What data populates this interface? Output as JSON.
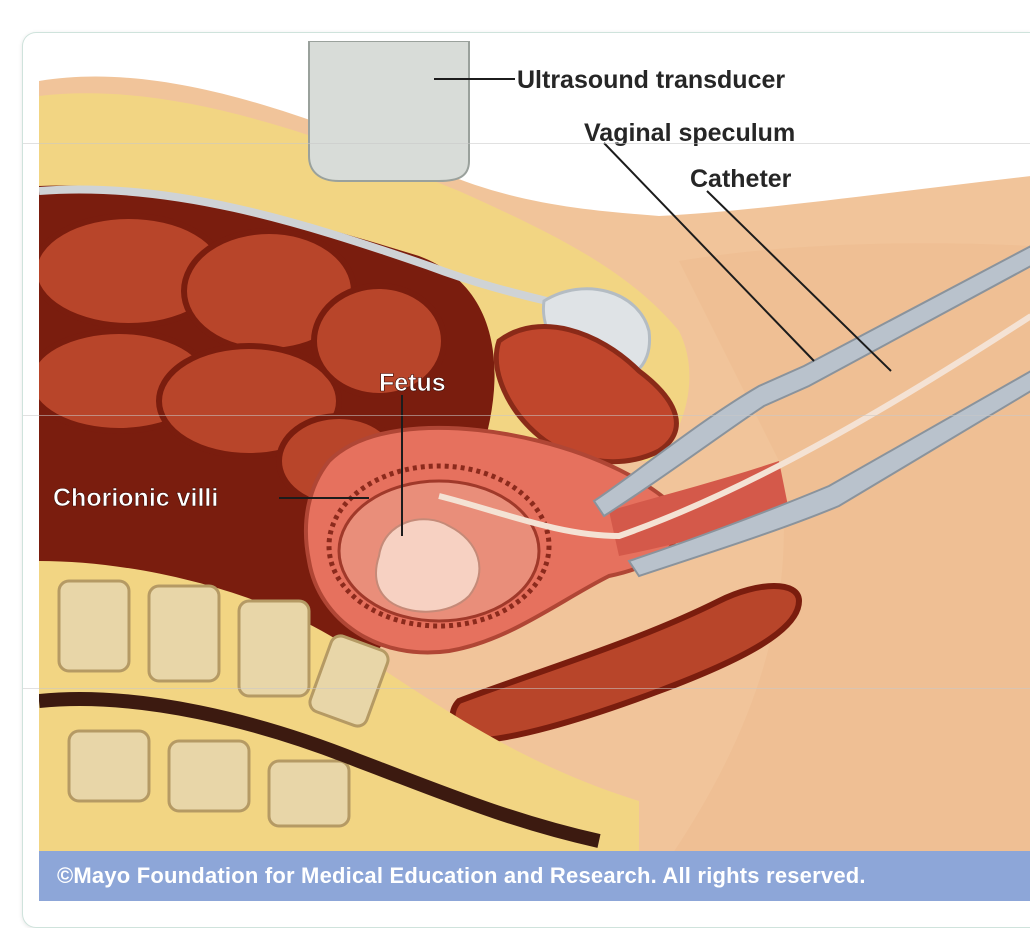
{
  "labels": {
    "ultrasound_transducer": "Ultrasound transducer",
    "vaginal_speculum": "Vaginal speculum",
    "catheter": "Catheter",
    "fetus": "Fetus",
    "chorionic_villi": "Chorionic villi"
  },
  "copyright": "©Mayo Foundation for Medical Education and Research.  All rights reserved.",
  "colors": {
    "skin": "#f1c49a",
    "fat": "#f2d583",
    "cavity": "#7a1d0e",
    "intestine": "#b8452a",
    "uterus": "#e6715e",
    "bone": "#e8d6a8",
    "instrument": "#b9c2cc",
    "credit_bar": "#8da6d8"
  }
}
